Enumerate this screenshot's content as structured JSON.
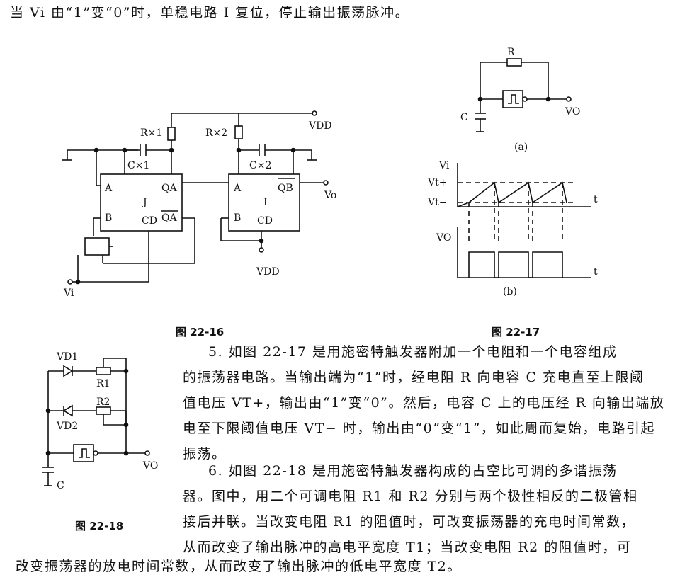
{
  "intro_line": "当 Vi 由“1”变“0”时，单稳电路 I 复位，停止输出振荡脉冲。",
  "paragraph5": [
    "5. 如图 22-17 是用施密特触发器附加一个电阻和一个电容组成",
    "的振荡器电路。当输出端为“1”时，经电阻 R 向电容 C 充电直至上限阈",
    "值电压 VT+，输出由“1”变“0”。然后，电容 C 上的电压经 R 向输出端放",
    "电至下限阈值电压 VT− 时，输出由“0”变“1”，如此周而复始，电路引起",
    "振荡。"
  ],
  "paragraph6": [
    "6. 如图 22-18 是用施密特触发器构成的占空比可调的多谐振荡",
    "器。图中，用二个可调电阻 R1 和 R2 分别与两个极性相反的二极管相",
    "接后并联。当改变电阻 R1 的阻值时，可改变振荡器的充电时间常数，",
    "从而改变了输出脉冲的高电平宽度 T1；当改变电阻 R2 的阻值时，可",
    "改变振荡器的放电时间常数，从而改变了输出脉冲的低电平宽度 T2。"
  ],
  "captions": {
    "fig16": "图 22-16",
    "fig17": "图 22-17",
    "fig18": "图 22-18"
  },
  "fig16_labels": {
    "r1": "R×1",
    "r2": "R×2",
    "c1": "C×1",
    "c2": "C×2",
    "vdd_top": "VDD",
    "vdd_bottom": "VDD",
    "vo": "Vo",
    "vi": "Vi",
    "a1": "A",
    "b1": "B",
    "j": "J",
    "qa": "QA",
    "qa_bar": "QA",
    "cd1": "CD",
    "a2": "A",
    "b2": "B",
    "i": "I",
    "qb_bar": "QB",
    "cd2": "CD"
  },
  "fig17a_labels": {
    "r": "R",
    "c": "C",
    "vo": "VO",
    "sub": "(a)"
  },
  "fig17b_labels": {
    "vi": "Vi",
    "vtp": "Vt+",
    "vtm": "Vt−",
    "t1": "t",
    "vo": "VO",
    "t2": "t",
    "sub": "(b)"
  },
  "fig18_labels": {
    "vd1": "VD1",
    "vd2": "VD2",
    "r1": "R1",
    "r2": "R2",
    "c": "C",
    "vo": "VO"
  }
}
